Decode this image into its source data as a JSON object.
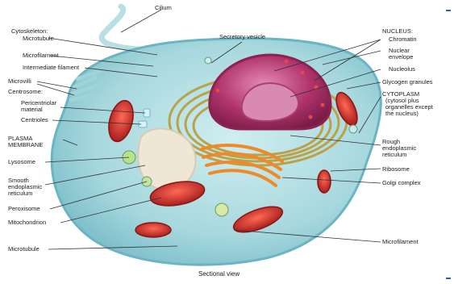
{
  "labels": {
    "cilium": "Cilium",
    "cytoskeleton": "Cytoskeleton:",
    "microtubule_top": "Microtubule",
    "microfilament_left": "Microfilament",
    "intermediate_filament": "Intermediate filament",
    "microvilli": "Microvilli",
    "centrosome": "Centrosome:",
    "pericentriolar_1": "Pericentriolar",
    "pericentriolar_2": "material",
    "centrioles": "Centrioles",
    "plasma_1": "PLASMA",
    "plasma_2": "MEMBRANE",
    "lysosome": "Lysosome",
    "smooth_er_1": "Smooth",
    "smooth_er_2": "endoplasmic",
    "smooth_er_3": "reticulum",
    "peroxisome": "Peroxisome",
    "mitochondrion": "Mitochondrion",
    "microtubule_bottom": "Microtubule",
    "secretory_vesicle": "Secretory vesicle",
    "nucleus": "NUCLEUS:",
    "chromatin": "Chromatin",
    "nuclear_env_1": "Nuclear",
    "nuclear_env_2": "envelope",
    "nucleolus": "Nucleolus",
    "glycogen": "Glycogen granules",
    "cytoplasm_1": "CYTOPLASM",
    "cytoplasm_2": "(cytosol plus",
    "cytoplasm_3": "organelles except",
    "cytoplasm_4": "the nucleus)",
    "rough_er_1": "Rough",
    "rough_er_2": "endoplasmic",
    "rough_er_3": "reticulum",
    "ribosome": "Ribosome",
    "golgi": "Golgi complex",
    "microfilament_right": "Microfilament",
    "caption": "Sectional view"
  },
  "colors": {
    "cytoplasm": "#a9d9df",
    "membrane": "#7fc4cf",
    "nucleus": "#b0336b",
    "nucleolus_core": "#d46a9b",
    "rough_er": "#b9a34a",
    "golgi": "#ef8a2a",
    "mitochondria": "#cc2b2b",
    "smooth_er": "#efe6d6",
    "leader": "#333333",
    "accent": "#2a5bd0"
  }
}
